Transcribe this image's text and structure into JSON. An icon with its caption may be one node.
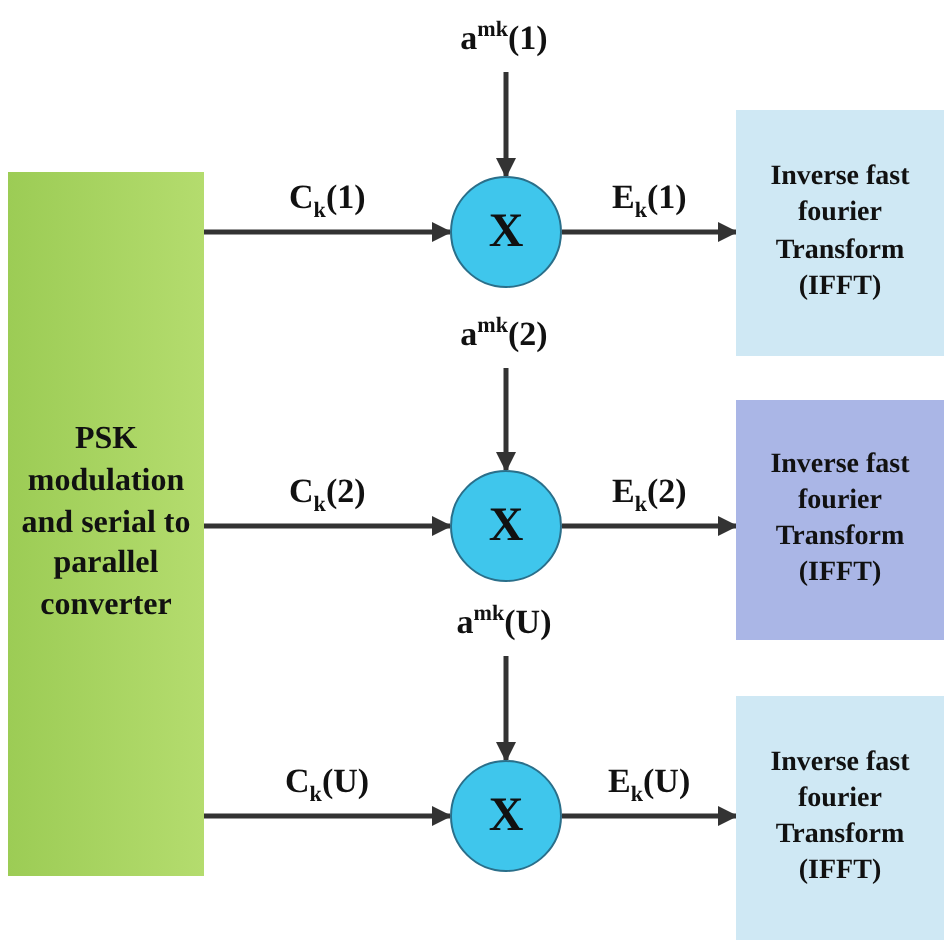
{
  "diagram": {
    "nodes": [
      {
        "text": [
          "PSK modulation and serial to parallel converter"
        ]
      },
      {
        "text": [
          "a$^{mk}$(1)"
        ]
      },
      {
        "text": [
          "X"
        ]
      },
      {
        "text": [
          "Inverse fast fourier Transform (IFFT)"
        ]
      },
      {
        "text": [
          "a$^{mk}$(2)"
        ]
      },
      {
        "text": [
          "X"
        ]
      },
      {
        "text": [
          "Inverse fast fourier Transform (IFFT)"
        ]
      },
      {
        "text": [
          "a$^{mk}$(U)"
        ]
      },
      {
        "text": [
          "X"
        ]
      },
      {
        "text": [
          "Inverse fast fourier Transform (IFFT)"
        ]
      }
    ],
    "edges": [
      {
        "from": 0,
        "to": 2,
        "arrow": "to",
        "label": "C$_{k}$(1)"
      },
      {
        "from": 1,
        "to": 2,
        "arrow": "to"
      },
      {
        "from": 2,
        "to": 3,
        "arrow": "to",
        "label": "E$_{k}$(1)"
      },
      {
        "from": 0,
        "to": 5,
        "arrow": "to",
        "label": "C$_{k}$(2)"
      },
      {
        "from": 4,
        "to": 5,
        "arrow": "to"
      },
      {
        "from": 5,
        "to": 6,
        "arrow": "to",
        "label": "E$_{k}$(2)"
      },
      {
        "from": 0,
        "to": 8,
        "arrow": "to",
        "label": "C$_{k}$(U)"
      },
      {
        "from": 7,
        "to": 8,
        "arrow": "to"
      },
      {
        "from": 8,
        "to": 9,
        "arrow": "to",
        "label": "E$_{k}$(U)"
      }
    ]
  }
}
